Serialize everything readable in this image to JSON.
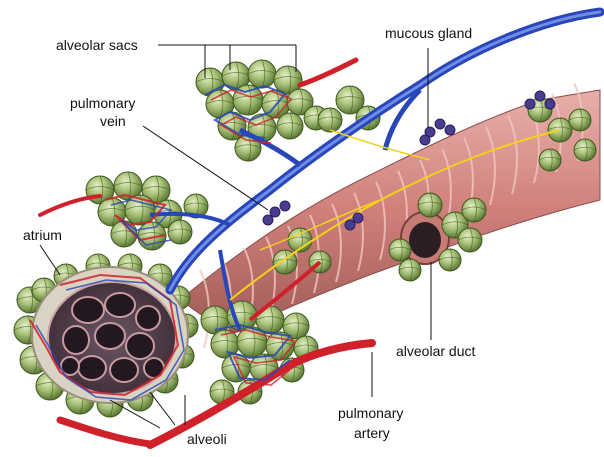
{
  "labels": {
    "alveolar_sacs": "alveolar sacs",
    "mucous_gland": "mucous gland",
    "pulmonary_vein_line1": "pulmonary",
    "pulmonary_vein_line2": "vein",
    "atrium": "atrium",
    "alveolar_duct": "alveolar duct",
    "pulmonary_artery_line1": "pulmonary",
    "pulmonary_artery_line2": "artery",
    "alveoli": "alveoli"
  },
  "colors": {
    "background": "#ffffff",
    "vein": "#2846b8",
    "artery": "#d0202a",
    "alveolus": "#a9c27a",
    "alveolus_dark": "#54742c",
    "bronchiole_muscle": "#d68a86",
    "bronchiole_wall": "#b07068",
    "nerve": "#f2d21a",
    "gland": "#4a3c8c",
    "leader_line": "#111111"
  }
}
